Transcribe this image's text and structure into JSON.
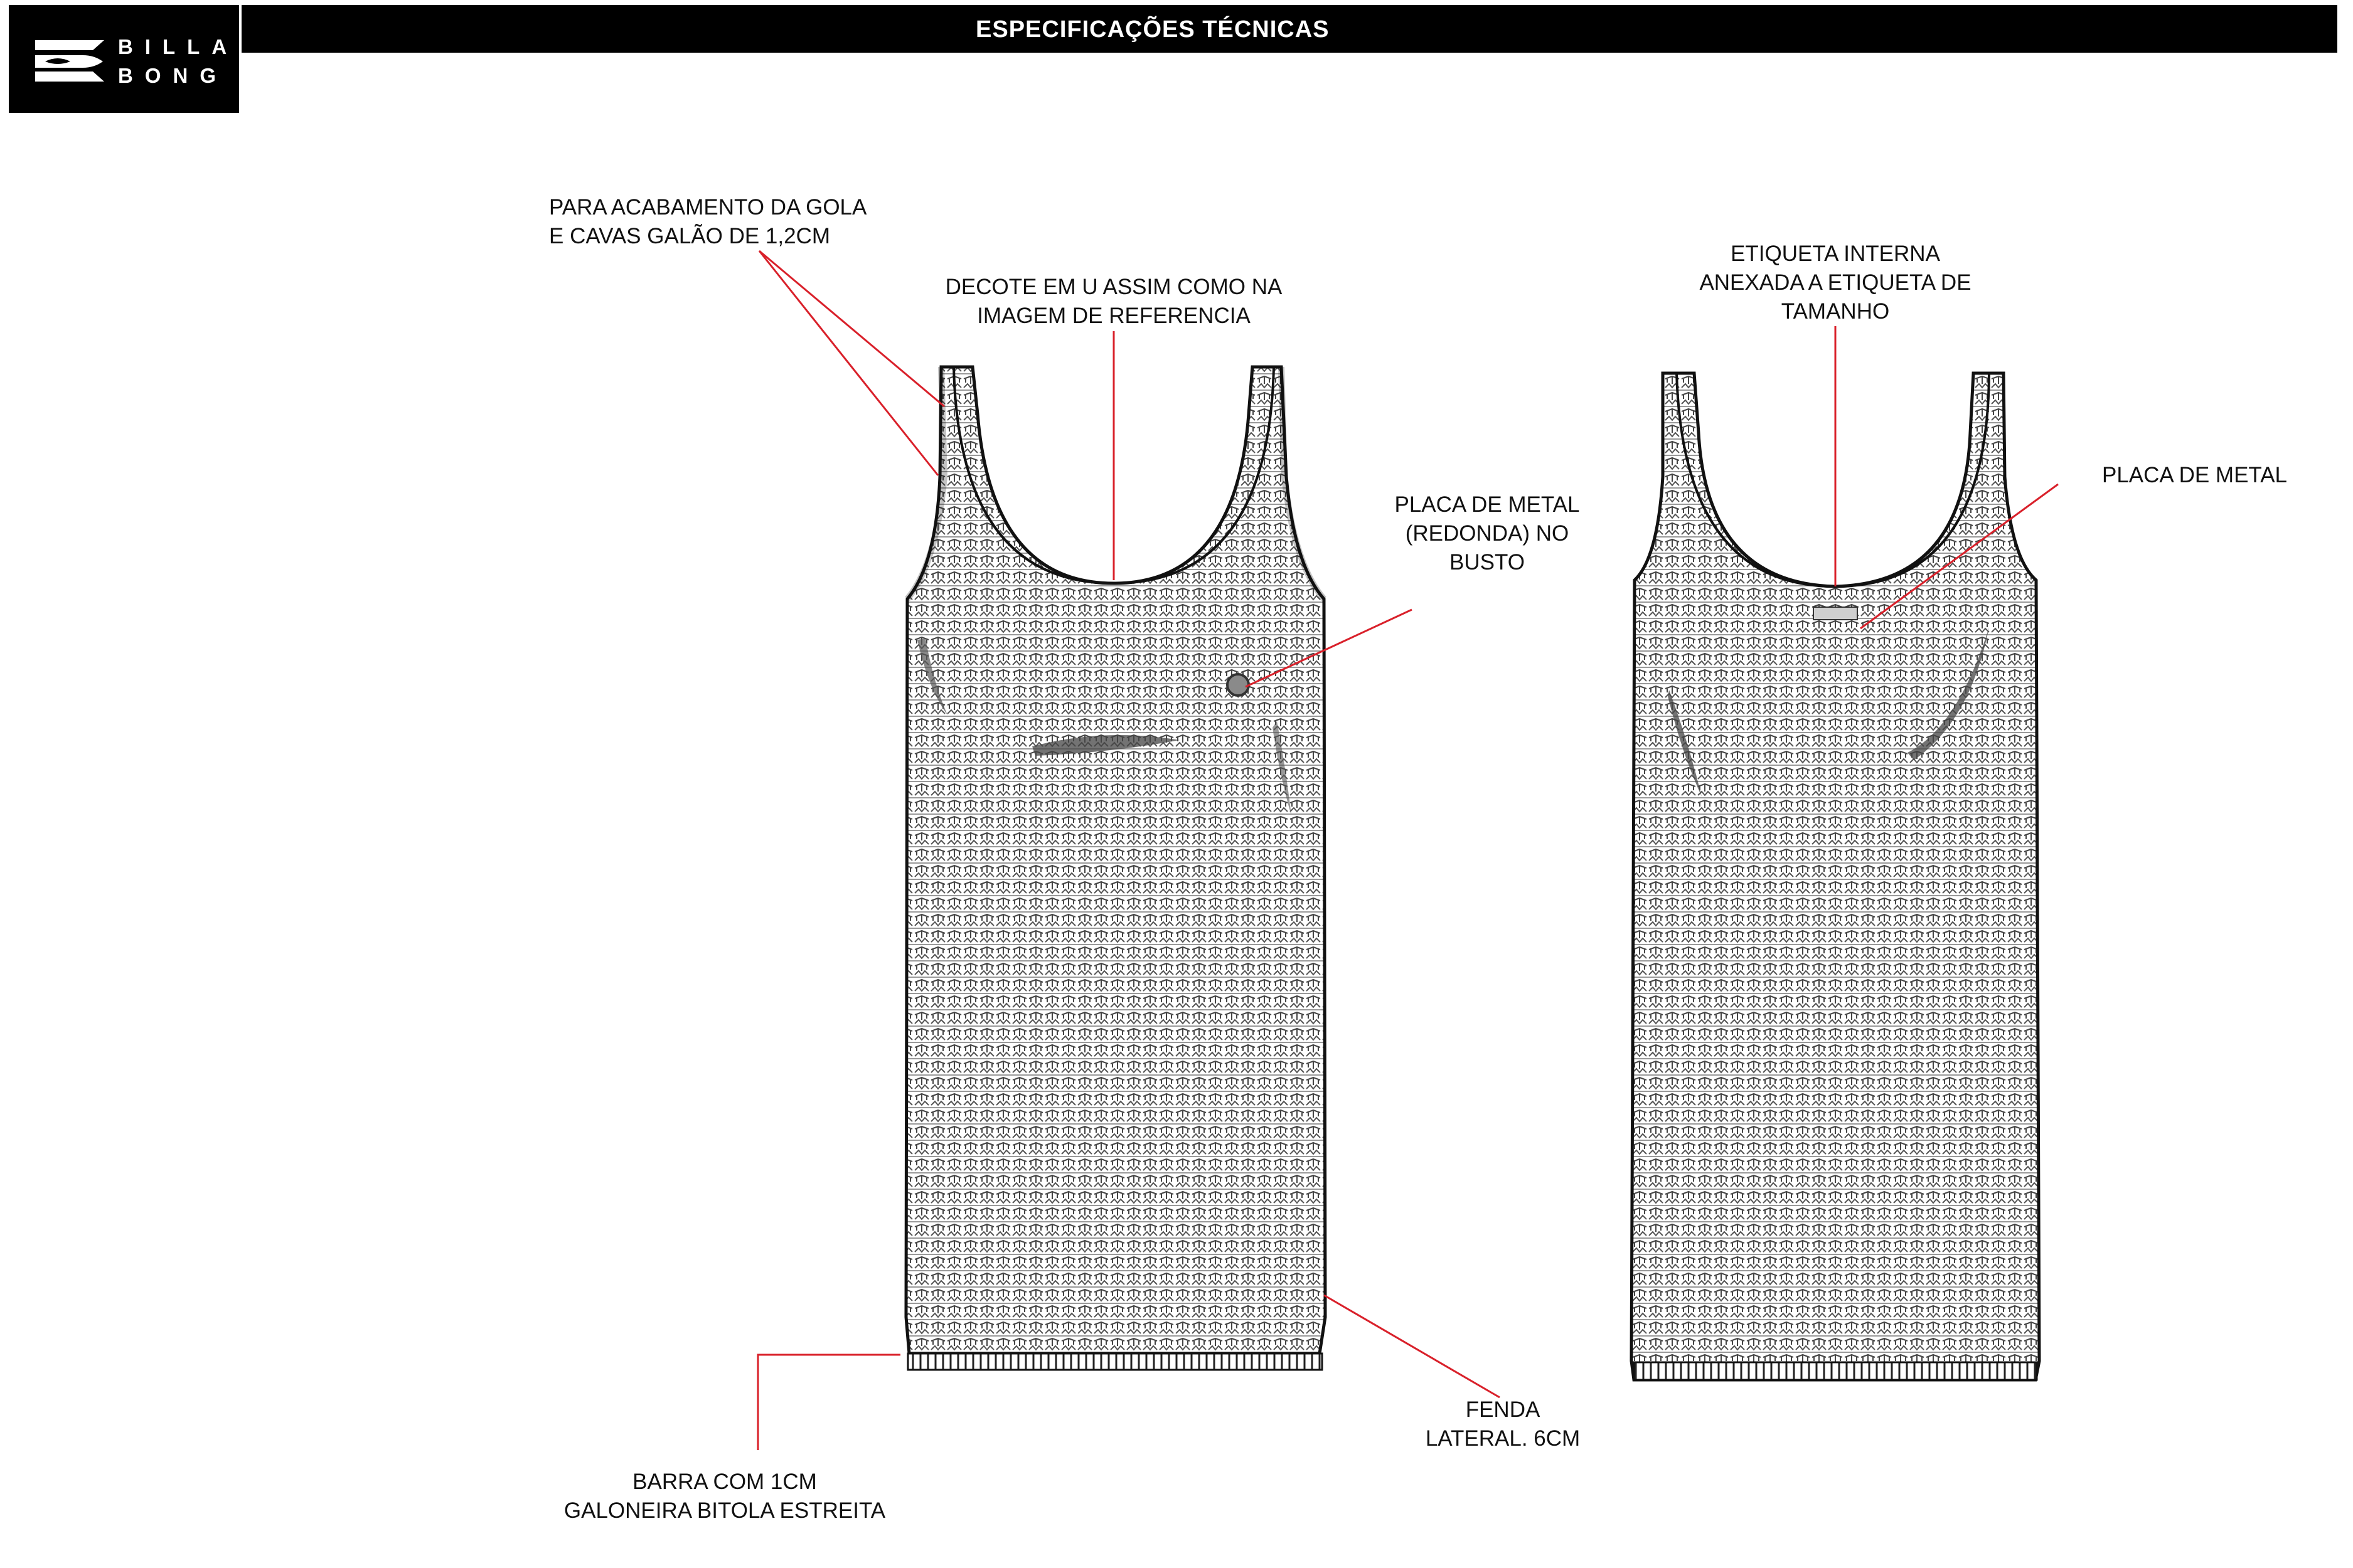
{
  "brand": {
    "logo_text_line1": "BILLA",
    "logo_text_line2": "BONG"
  },
  "header": {
    "title": "ESPECIFICAÇÕES TÉCNICAS"
  },
  "annotations": {
    "collar_finish": "PARA ACABAMENTO DA GOLA\nE CAVAS GALÃO DE 1,2CM",
    "neckline": "DECOTE EM U ASSIM COMO NA\nIMAGEM DE REFERENCIA",
    "metal_plate_bust": "PLACA DE METAL\n(REDONDA) NO\nBUSTO",
    "internal_label": "ETIQUETA INTERNA\nANEXADA A ETIQUETA DE\nTAMANHO",
    "metal_plate_back": "PLACA DE METAL",
    "side_slit": "FENDA\nLATERAL. 6CM",
    "hem": "BARRA COM 1CM\nGALONEIRA BITOLA ESTREITA"
  },
  "colors": {
    "callout_line": "#d9202a",
    "header_bg": "#000000",
    "header_text": "#ffffff"
  }
}
